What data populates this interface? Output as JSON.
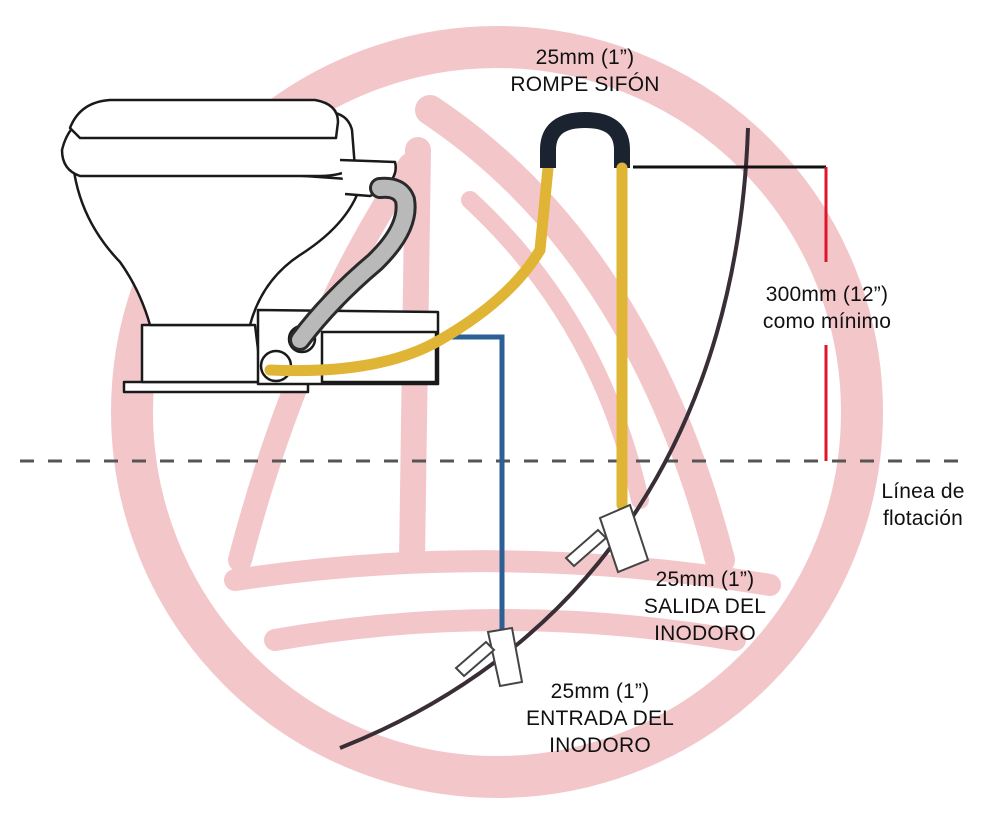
{
  "colors": {
    "watermark": "#f3c7ca",
    "vent_hose": "#e0b536",
    "vent_loop": "#1b2230",
    "inlet_hose": "#2b5f95",
    "dimension_line": "#e0142b",
    "hull": "#3a2e36",
    "toilet_outline": "#1a1a1a",
    "waterline": "#555555"
  },
  "labels": {
    "vent": {
      "size": "25mm (1”)",
      "name": "ROMPE SIFÓN"
    },
    "height": {
      "value": "300mm (12”)",
      "note": "como mínimo"
    },
    "waterline": {
      "line1": "Línea de",
      "line2": "flotación"
    },
    "outlet": {
      "size": "25mm (1”)",
      "line1": "SALIDA DEL",
      "line2": "INODORO"
    },
    "inlet": {
      "size": "25mm (1”)",
      "line1": "ENTRADA DEL",
      "line2": "INODORO"
    }
  }
}
